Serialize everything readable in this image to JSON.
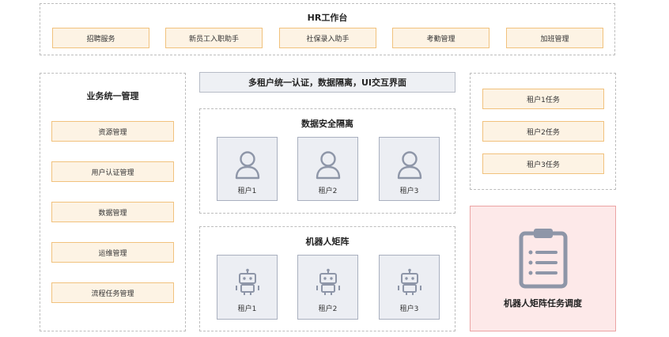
{
  "hr": {
    "title": "HR工作台",
    "items": [
      "招聘服务",
      "新员工入职助手",
      "社保录入助手",
      "考勤管理",
      "加班管理"
    ]
  },
  "business": {
    "title": "业务统一管理",
    "items": [
      "资源管理",
      "用户认证管理",
      "数据管理",
      "运维管理",
      "流程任务管理"
    ]
  },
  "banner": "多租户统一认证，数据隔离，UI交互界面",
  "data_isolation": {
    "title": "数据安全隔离",
    "tenants": [
      "租户1",
      "租户2",
      "租户3"
    ]
  },
  "robot_matrix": {
    "title": "机器人矩阵",
    "robots": [
      "租户1",
      "租户2",
      "租户3"
    ]
  },
  "tasks": [
    "租户1任务",
    "租户2任务",
    "租户3任务"
  ],
  "scheduler": {
    "title": "机器人矩阵任务调度"
  },
  "colors": {
    "pill_bg": "#fdf3e4",
    "pill_border": "#f1c27d",
    "icon": "#8e96a8",
    "scheduler_bg": "#fde9e9",
    "scheduler_border": "#eba4a4"
  }
}
